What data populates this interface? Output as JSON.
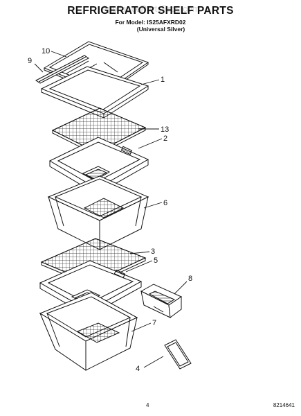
{
  "header": {
    "title": "REFRIGERATOR SHELF PARTS",
    "model_line": "For Model: IS25AFXRD02",
    "color_line": "(Universal Silver)",
    "watermark": "AppliancePartsPros.com"
  },
  "callouts": [
    {
      "id": "c10",
      "label": "10"
    },
    {
      "id": "c9",
      "label": "9"
    },
    {
      "id": "c1",
      "label": "1"
    },
    {
      "id": "c13",
      "label": "13"
    },
    {
      "id": "c2",
      "label": "2"
    },
    {
      "id": "c6",
      "label": "6"
    },
    {
      "id": "c3",
      "label": "3"
    },
    {
      "id": "c5",
      "label": "5"
    },
    {
      "id": "c8",
      "label": "8"
    },
    {
      "id": "c7",
      "label": "7"
    },
    {
      "id": "c4",
      "label": "4"
    }
  ],
  "footer": {
    "page_number": "4",
    "doc_code": "8214641"
  }
}
